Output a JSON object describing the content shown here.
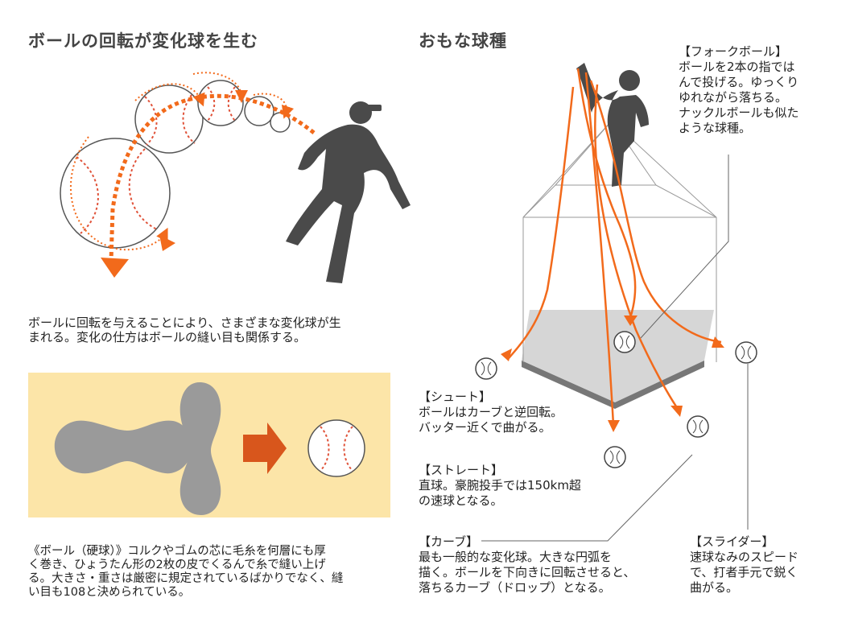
{
  "left": {
    "heading": "ボールの回転が変化球を生む",
    "caption": "ボールに回転を与えることにより、さまざまな変化球が生\nまれる。変化の仕方はボールの縫い目も関係する。",
    "ball_note": "《ボール（硬球）》コルクやゴムの芯に毛糸を何層にも厚\nく巻き、ひょうたん形の2枚の皮でくるんで糸で縫い上げ\nる。大きさ・重さは厳密に規定されているばかりでなく、縫\nい目も108と決められている。"
  },
  "right": {
    "heading": "おもな球種",
    "pitches": [
      {
        "key": "fork",
        "title": "【フォークボール】",
        "desc": "ボールを2本の指では\nんで投げる。ゆっくり\nゆれながら落ちる。\nナックルボールも似た\nような球種。"
      },
      {
        "key": "shoot",
        "title": "【シュート】",
        "desc": "ボールはカーブと逆回転。\nバッター近くで曲がる。"
      },
      {
        "key": "straight",
        "title": "【ストレート】",
        "desc": "直球。豪腕投手では150km超\nの速球となる。"
      },
      {
        "key": "curve",
        "title": "【カーブ】",
        "desc": "最も一般的な変化球。大きな円弧を\n描く。ボールを下向きに回転させると、\n落ちるカーブ（ドロップ）となる。"
      },
      {
        "key": "slider",
        "title": "【スライダー】",
        "desc": "速球なみのスピード\nで、打者手元で鋭く\n曲がる。"
      }
    ]
  },
  "colors": {
    "accent": "#f26a1b",
    "silhouette": "#4a4a4a",
    "panel": "#fce5a8",
    "plate": "#d6d6d6"
  }
}
